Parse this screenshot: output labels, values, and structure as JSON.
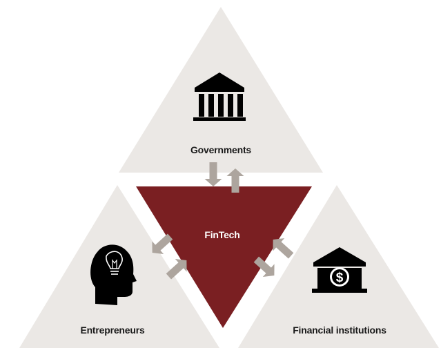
{
  "nodes": {
    "governments": {
      "label": "Governments",
      "icon": "government-building-icon"
    },
    "entrepreneurs": {
      "label": "Entrepreneurs",
      "icon": "head-lightbulb-icon"
    },
    "financial_institutions": {
      "label": "Financial institutions",
      "icon": "bank-dollar-icon"
    },
    "center": {
      "label": "FinTech"
    }
  },
  "colors": {
    "outer_triangle": "#ebe8e5",
    "center_triangle": "#7a1f22",
    "arrow": "#ada59e",
    "icon": "#000000"
  }
}
